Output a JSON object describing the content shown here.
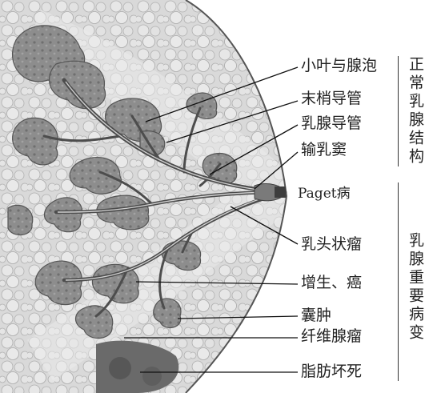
{
  "labels": {
    "lobules": "小叶与腺泡",
    "terminal_duct": "末梢导管",
    "mammary_duct": "乳腺导管",
    "lactiferous_sinus": "输乳窦",
    "paget": "Paget病",
    "papilloma": "乳头状瘤",
    "hyperplasia_cancer": "增生、癌",
    "cyst": "囊肿",
    "fibroadenoma": "纤维腺瘤",
    "fat_necrosis": "脂肪坏死"
  },
  "side_headings": {
    "normal_structure": "正常乳腺结构",
    "major_lesions": "乳腺重要病变"
  }
}
